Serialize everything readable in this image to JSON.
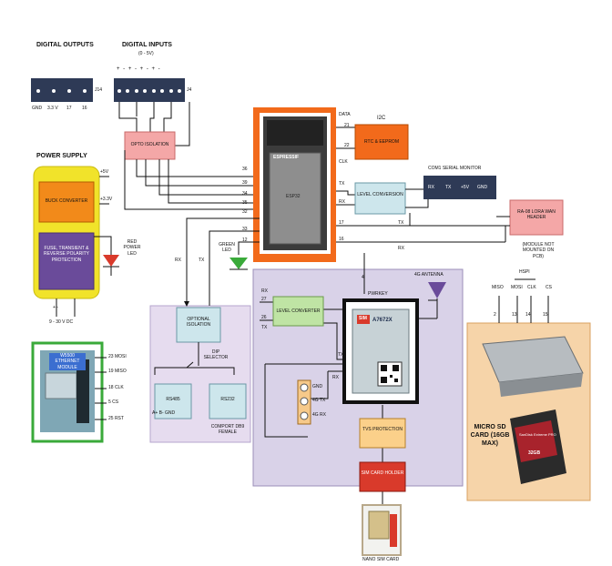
{
  "colors": {
    "orange": "#f26a1b",
    "pink_box": "#f4a7a7",
    "red_block": "#d93a2b",
    "teal_box": "#cde6ec",
    "purple_panel": "#d9d2e8",
    "lilac_panel": "#e6dcef",
    "yellow_ps": "#f1e32a",
    "purple_ps": "#6a4b9a",
    "buck": "#f28a1a",
    "green_box": "#bfe4a4",
    "sd_panel": "#f6d4a9",
    "tvs_orange": "#fbd08a",
    "navy_term": "#2e3a56"
  },
  "labels": {
    "digital_outputs": "DIGITAL OUTPUTS",
    "digital_inputs": "DIGITAL INPUTS",
    "digital_inputs_range": "(0 - 5V)",
    "do_pins": [
      "GND",
      "3.3 V",
      "17",
      "16"
    ],
    "j14": "J14",
    "j4": "J4",
    "di_signs": "+ - + - + - + -",
    "opto_isolation": "OPTO ISOLATION",
    "power_supply": "POWER SUPPLY",
    "plus5v": "+5V",
    "plus33v": "+3.3V",
    "buck_converter": "BUCK CONVERTER",
    "fuse_block": "FUSE, TRANSIENT & REVERSE POLARITY PROTECTION",
    "red_power_led": "RED POWER LED",
    "input_range": "9 - 30 V DC",
    "ps_polarity": "+    -",
    "w5500": "W5500 ETHERNET MODULE",
    "eth_pins": [
      "23  MOSI",
      "19  MISO",
      "18    CLK",
      "5    CS",
      "25  RST"
    ],
    "espressif": "ESPRESSIF",
    "esp32": "ESP32",
    "esp_pins_left": [
      "36",
      "39",
      "34",
      "35",
      "32",
      "33",
      "12"
    ],
    "i2c": "I2C",
    "data": "DATA",
    "clk": "CLK",
    "pin21": "21",
    "pin22": "22",
    "rtc_eeprom": "RTC & EEPROM",
    "tx": "TX",
    "rx": "RX",
    "pin17": "17",
    "pin16": "16",
    "level_conversion": "LEVEL CONVERSION",
    "com1_serial_monitor": "COM1 SERIAL MONITOR",
    "com1_pins": [
      "RX",
      "TX",
      "+5V",
      "GND"
    ],
    "ra08_lora": "RA-08 LORA WAN HEADER",
    "module_not_mounted": "(MODULE NOT MOUNTED ON PCB)",
    "green_led": "GREEN LED",
    "rx_left": "RX",
    "tx_left": "TX",
    "optional_isolation": "OPTIONAL ISOLATION",
    "dip_selector": "DIP SELECTOR",
    "rs485": "RS485",
    "rs485_pins": "A+   B-  GND",
    "rs232": "RS232",
    "comport": "COMPORT DB9 FEMALE",
    "pin4": "4",
    "pwrkey": "PWRKEY",
    "gnss_antenna": "4G ANTENNA",
    "pin27": "27",
    "pin26": "26",
    "level_converter": "LEVEL CONVERTER",
    "modem_brand": "SIM",
    "modem_model": "A7672X",
    "gnd_pin": "GND",
    "g_tx": "4G TX",
    "g_rx": "4G RX",
    "tvs_protection": "TVS PROTECTION",
    "sim_card_holder": "SIM CARD HOLDER",
    "nano_sim_card": "NANO SIM CARD",
    "spi": "HSPI",
    "sd_pin_names": [
      "MISO",
      "MOSI",
      "CLK",
      "CS"
    ],
    "sd_pin_nums": [
      "2",
      "13",
      "14",
      "15"
    ],
    "micro_sd_card": "MICRO SD CARD (16GB MAX)",
    "sd_card_brand": "SanDisk Extreme PRO",
    "sd_card_size": "32GB"
  }
}
